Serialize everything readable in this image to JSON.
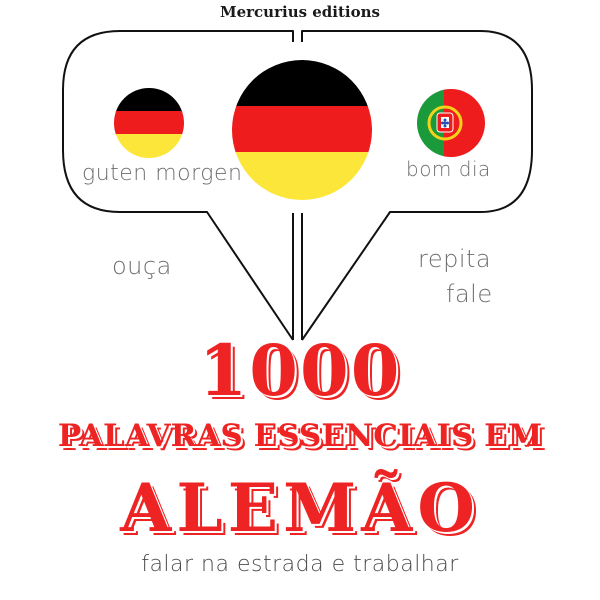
{
  "publisher": "Mercurius editions",
  "bubble": {
    "left_flag": {
      "icon": "germany-flag-icon",
      "caption": "guten morgen",
      "colors": [
        "#000000",
        "#ee1c1c",
        "#fde63a"
      ]
    },
    "center_flag": {
      "icon": "germany-flag-icon",
      "colors": [
        "#000000",
        "#ee1c1c",
        "#fde63a"
      ]
    },
    "right_flag": {
      "icon": "portugal-flag-icon",
      "caption": "bom dia",
      "colors": [
        "#1a9a3a",
        "#ee1c1c",
        "#f5d21a"
      ]
    }
  },
  "instructions": {
    "listen": "ouça",
    "repeat": "repita",
    "speak": "fale"
  },
  "title": {
    "number": "1000",
    "line1": "PALAVRAS ESSENCIAIS EM",
    "line2": "ALEMÃO"
  },
  "subtitle": "falar na estrada e trabalhar",
  "colors": {
    "title_red": "#ee2424",
    "caption_gray": "#6e6e6e",
    "outline": "#111111"
  }
}
